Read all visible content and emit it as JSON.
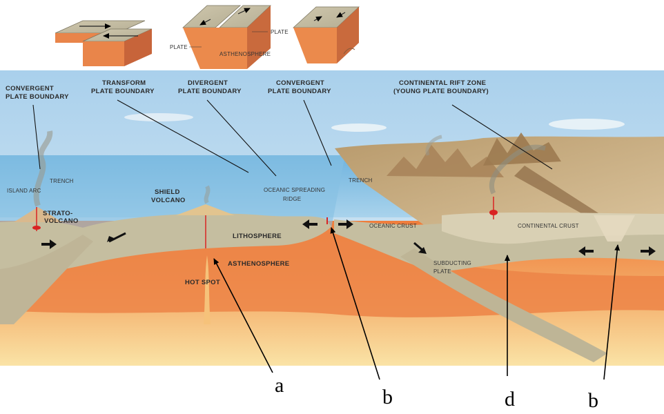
{
  "top_blocks": {
    "plate_right": "PLATE",
    "plate_left": "PLATE",
    "asthenosphere": "ASTHENOSPHERE"
  },
  "labels": {
    "convergent_left_1": "CONVERGENT",
    "convergent_left_2": "PLATE BOUNDARY",
    "transform_1": "TRANSFORM",
    "transform_2": "PLATE BOUNDARY",
    "divergent_1": "DIVERGENT",
    "divergent_2": "PLATE BOUNDARY",
    "convergent_right_1": "CONVERGENT",
    "convergent_right_2": "PLATE BOUNDARY",
    "rift_1": "CONTINENTAL RIFT ZONE",
    "rift_2": "(YOUNG PLATE BOUNDARY)",
    "trench_left": "TRENCH",
    "island_arc": "ISLAND ARC",
    "strato_1": "STRATO-",
    "strato_2": "VOLCANO",
    "shield_1": "SHIELD",
    "shield_2": "VOLCANO",
    "ridge_1": "OCEANIC SPREADING",
    "ridge_2": "RIDGE",
    "trench_right": "TRENCH",
    "oceanic_crust": "OCEANIC CRUST",
    "continental_crust": "CONTINENTAL CRUST",
    "lithosphere": "LITHOSPHERE",
    "asthenosphere": "ASTHENOSPHERE",
    "hot_spot": "HOT SPOT",
    "subducting_1": "SUBDUCTING",
    "subducting_2": "PLATE"
  },
  "answer_letters": [
    "a",
    "b",
    "d",
    "b"
  ],
  "colors": {
    "sky": "#b9d9ee",
    "ocean": "#8dc3e3",
    "continent": "#c9ab7f",
    "lithosphere": "#c4bd9f",
    "asthenosphere": "#f08a4b",
    "deep_mantle": "#f8d27c",
    "magma": "#e02525"
  }
}
